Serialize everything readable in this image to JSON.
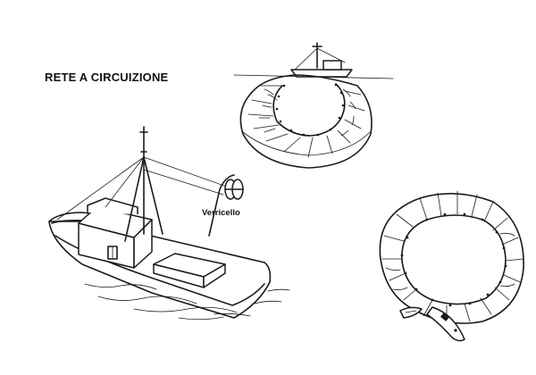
{
  "diagram": {
    "title": "RETE A CIRCUIZIONE",
    "winch_label": "Verricello"
  },
  "colors": {
    "ink": "#1a1a1a",
    "background": "#ffffff"
  },
  "figures": [
    {
      "name": "purse-seiner-boat",
      "icon": "fishing-boat-icon"
    },
    {
      "name": "net-side-view",
      "icon": "purse-net-side-icon"
    },
    {
      "name": "net-top-view",
      "icon": "purse-net-top-icon"
    }
  ]
}
